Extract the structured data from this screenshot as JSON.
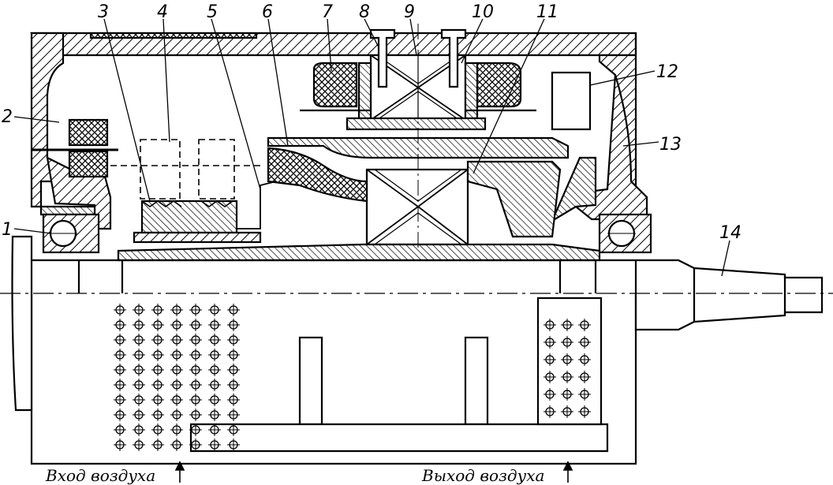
{
  "callouts": [
    {
      "number": "1"
    },
    {
      "number": "2"
    },
    {
      "number": "3"
    },
    {
      "number": "4"
    },
    {
      "number": "5"
    },
    {
      "number": "6"
    },
    {
      "number": "7"
    },
    {
      "number": "8"
    },
    {
      "number": "9"
    },
    {
      "number": "10"
    },
    {
      "number": "11"
    },
    {
      "number": "12"
    },
    {
      "number": "13"
    },
    {
      "number": "14"
    }
  ],
  "captions": {
    "air_inlet": "Вход воздуха",
    "air_outlet": "Выход воздуха"
  },
  "colors": {
    "ink": "#000000",
    "paper": "#ffffff"
  }
}
